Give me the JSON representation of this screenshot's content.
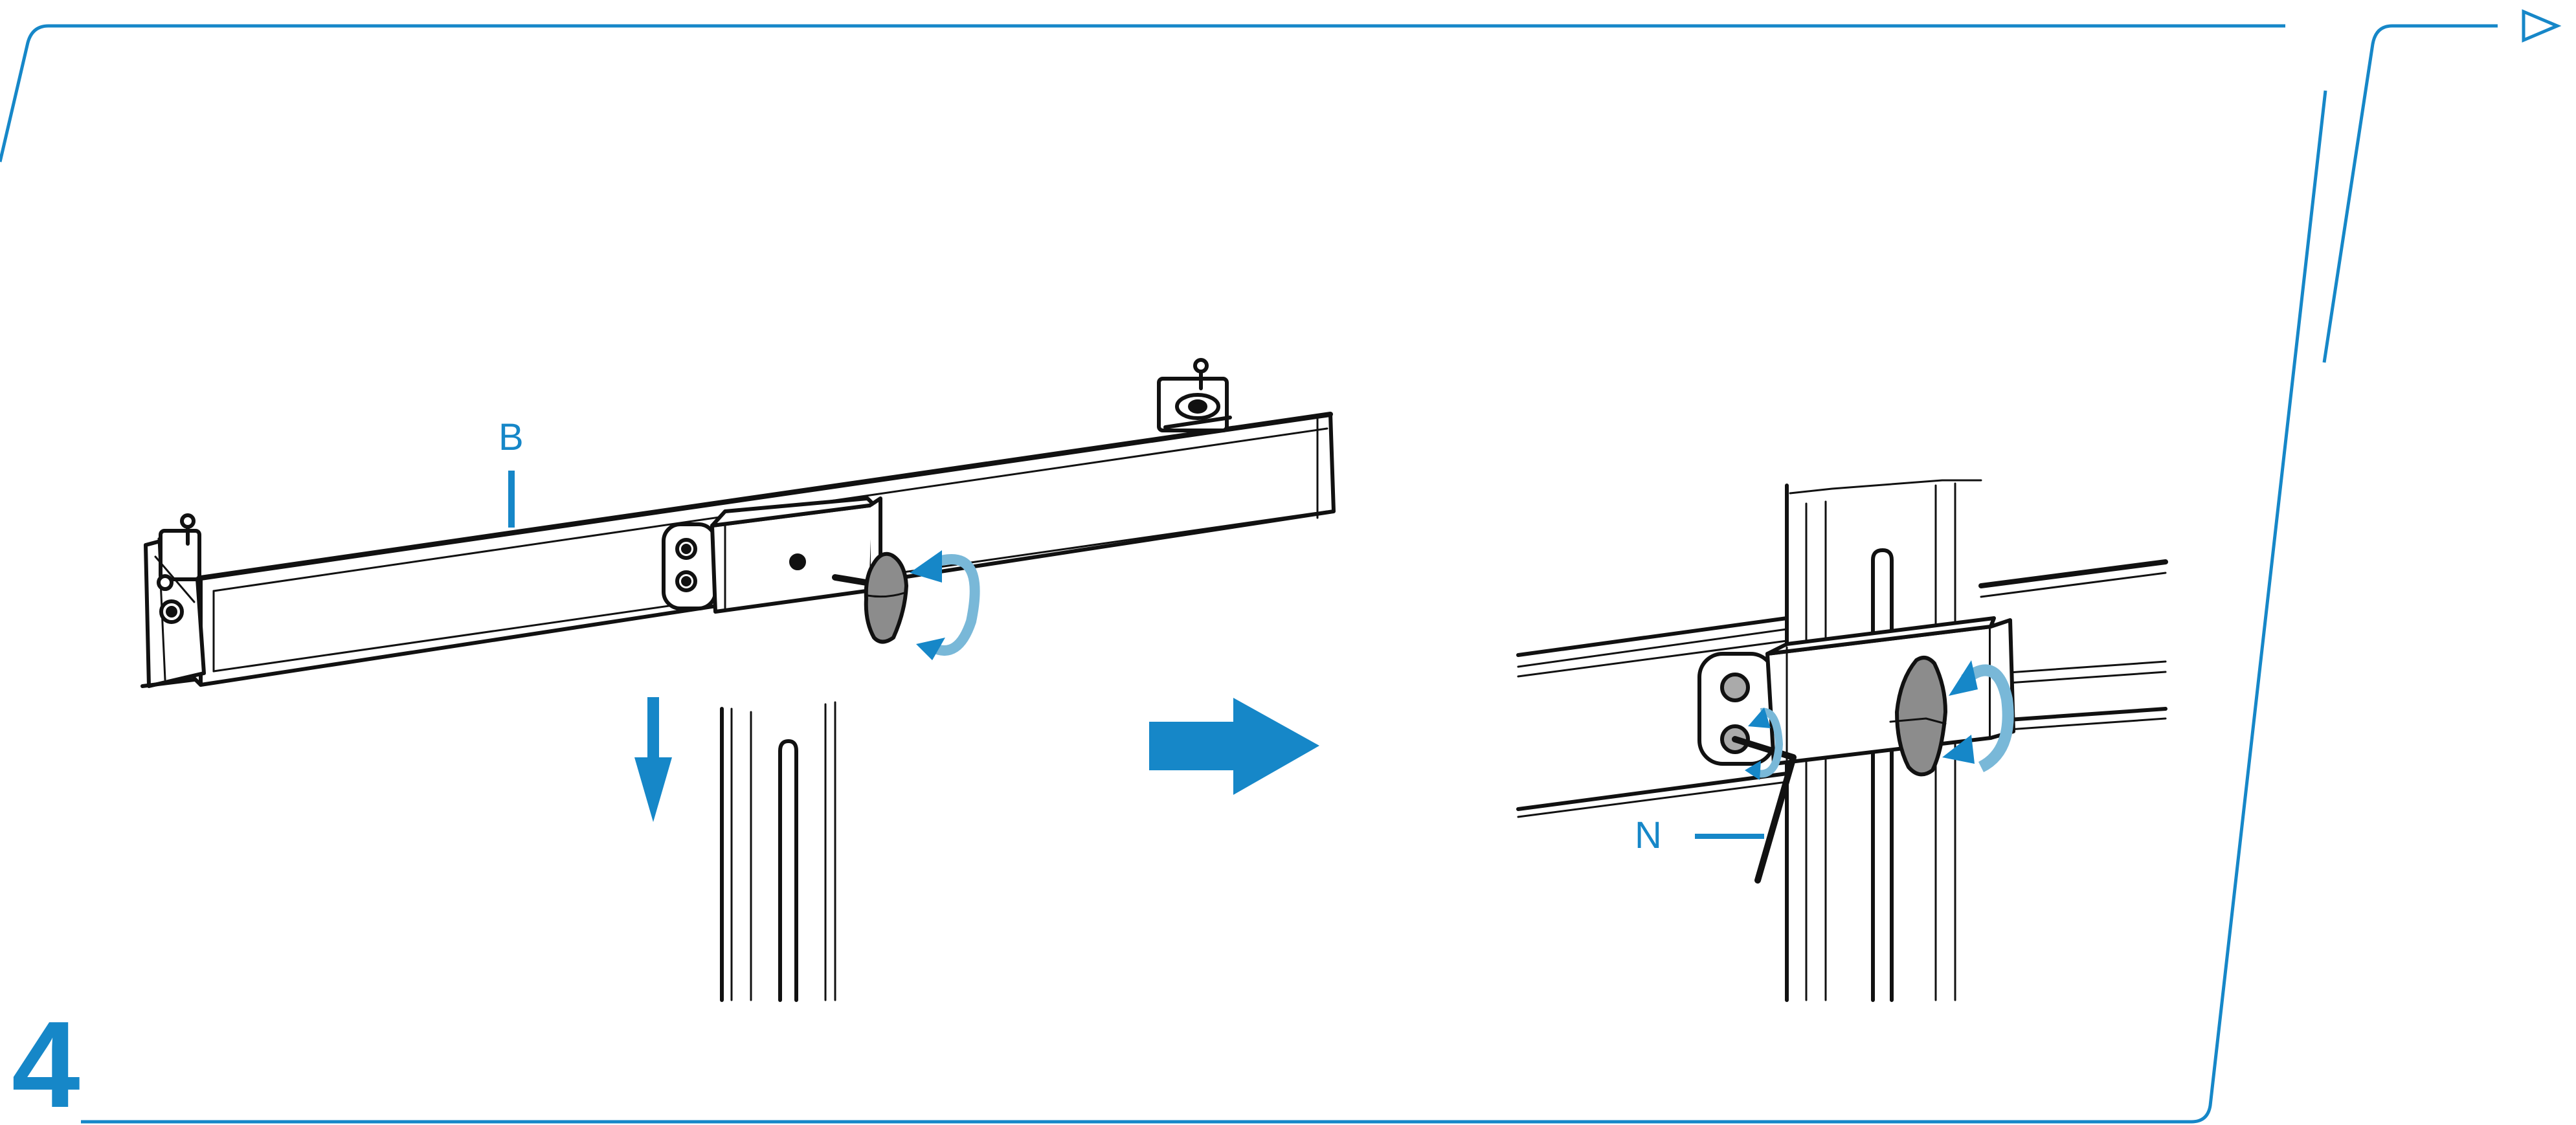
{
  "step": {
    "number": "4"
  },
  "labels": {
    "crossbar": "B",
    "hex_key": "N"
  },
  "icons": {
    "next_page": "next-page-triangle-icon",
    "direction": "right-arrow-icon",
    "lower": "down-arrow-icon",
    "tighten_knob": "rotate-arrow-icon",
    "tighten_screw": "rotate-arrow-icon"
  },
  "colors": {
    "accent_blue": "#1687c8",
    "light_blue": "#79b8d8",
    "line_black": "#111111",
    "knob_gray": "#8c8c8c"
  }
}
